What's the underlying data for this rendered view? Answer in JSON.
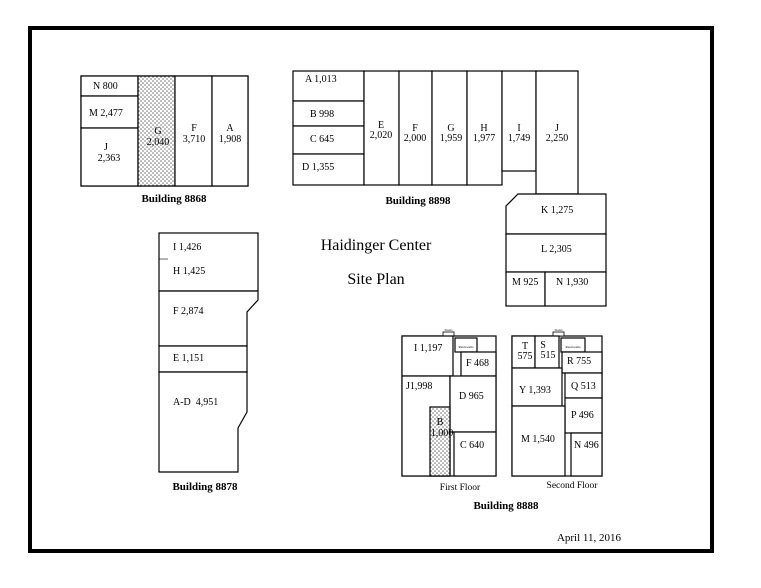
{
  "title": "Haidinger Center",
  "subtitle": "Site Plan",
  "date": "April 11, 2016",
  "colors": {
    "hatch": "#9a9a9a",
    "line": "#000000",
    "background": "#ffffff"
  },
  "b8868": {
    "name": "Building 8868",
    "rooms": {
      "N": "N 800",
      "M": "M 2,477",
      "J1": "J",
      "J2": "2,363",
      "G1": "G",
      "G2": "2,040",
      "F1": "F",
      "F2": "3,710",
      "A1": "A",
      "A2": "1,908"
    }
  },
  "b8898": {
    "name": "Building 8898",
    "rooms": {
      "A": "A 1,013",
      "B": "B 998",
      "C": "C 645",
      "D": "D 1,355",
      "E1": "E",
      "E2": "2,020",
      "F1": "F",
      "F2": "2,000",
      "G1": "G",
      "G2": "1,959",
      "H1": "H",
      "H2": "1,977",
      "I1": "I",
      "I2": "1,749",
      "J1": "J",
      "J2": "2,250",
      "K": "K 1,275",
      "L": "L 2,305",
      "M": "M 925",
      "N": "N 1,930"
    }
  },
  "b8878": {
    "name": "Building 8878",
    "rooms": {
      "I": "I 1,426",
      "H": "H 1,425",
      "F": "F 2,874",
      "E": "E 1,151",
      "AD": "A-D  4,951"
    }
  },
  "b8888": {
    "name": "Building 8888",
    "first_floor": "First Floor",
    "second_floor": "Second Floor",
    "stairs": "Stairs",
    "restrooms": "Restrooms",
    "rooms": {
      "I": "I 1,197",
      "F": "F 468",
      "J1": "J1,998",
      "D": "D 965",
      "B1": "B",
      "B2": "1,000",
      "C": "C 640",
      "T1": "T",
      "T2": "575",
      "S1": "S",
      "S2": "515",
      "R": "R 755",
      "Y": "Y 1,393",
      "Q": "Q 513",
      "P": "P 496",
      "M": "M 1,540",
      "N": "N 496"
    }
  }
}
